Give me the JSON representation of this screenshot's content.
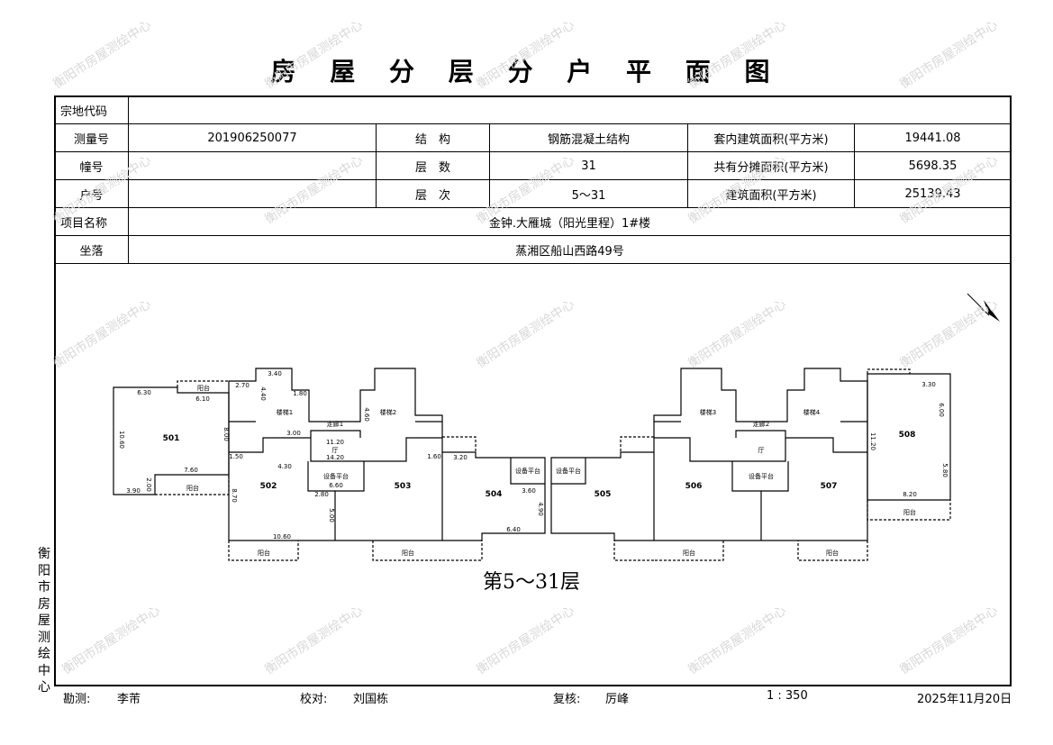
{
  "title": "房 屋 分 层 分 户 平 面 图",
  "watermark": "衡阳市房屋测绘中心",
  "side_label": [
    "衡",
    "阳",
    "市",
    "房",
    "屋",
    "测",
    "绘",
    "中",
    "心"
  ],
  "info": {
    "parcel_code_label": "宗地代码",
    "parcel_code": "",
    "survey_no_label": "测量号",
    "survey_no": "201906250077",
    "structure_label": "结　构",
    "structure": "钢筋混凝土结构",
    "inner_area_label": "套内建筑面积(平方米)",
    "inner_area": "19441.08",
    "building_no_label": "幢号",
    "building_no": "",
    "floors_label": "层　数",
    "floors": "31",
    "shared_area_label": "共有分摊面积(平方米)",
    "shared_area": "5698.35",
    "unit_no_label": "户号",
    "unit_no": "",
    "floor_range_label": "层　次",
    "floor_range": "5～31",
    "total_area_label": "建筑面积(平方米)",
    "total_area": "25139.43",
    "project_label": "项目名称",
    "project": "金钟.大雁城（阳光里程）1#楼",
    "location_label": "坐落",
    "location": "蒸湘区船山西路49号"
  },
  "plan": {
    "units": [
      "501",
      "502",
      "503",
      "504",
      "505",
      "506",
      "507",
      "508"
    ],
    "rooms": {
      "balcony": "阳台",
      "equipment": "设备平台",
      "stair1": "楼梯1",
      "stair2": "楼梯2",
      "stair3": "楼梯3",
      "stair4": "楼梯4",
      "corridor1": "走廊1",
      "corridor2": "走廊2",
      "hall": "厅"
    },
    "dims": [
      "6.30",
      "6.10",
      "10.60",
      "8.00",
      "7.60",
      "3.90",
      "2.00",
      "3.40",
      "1.80",
      "2.70",
      "4.40",
      "4.60",
      "3.00",
      "11.20",
      "14.20",
      "4.30",
      "6.60",
      "2.80",
      "5.00",
      "8.70",
      "10.60",
      "3.20",
      "3.60",
      "4.90",
      "6.40",
      "3.30",
      "6.00",
      "11.20",
      "5.80",
      "8.20",
      "1.50",
      "1.60"
    ],
    "floor_label": "第5～31层"
  },
  "footer": {
    "surveyor_label": "勘测:",
    "surveyor": "李芾",
    "checker_label": "校对:",
    "checker": "刘国栋",
    "reviewer_label": "复核:",
    "reviewer": "厉峰",
    "scale": "1 : 350",
    "date": "2025年11月20日"
  }
}
